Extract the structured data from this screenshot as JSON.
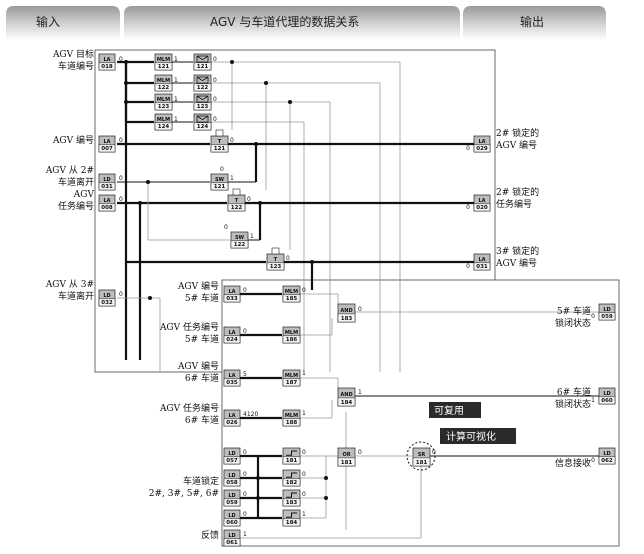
{
  "headers": {
    "input": "输入",
    "relation": "AGV 与车道代理的数据关系",
    "output": "输出"
  },
  "left_labels": [
    [
      "AGV 目标",
      "车道编号"
    ],
    [
      "AGV 编号"
    ],
    [
      "AGV 从 2#",
      "车道离开"
    ],
    [
      "AGV",
      "任务编号"
    ],
    [
      "AGV 从 3#",
      "车道离开"
    ]
  ],
  "mid_labels": [
    [
      "AGV 编号",
      "5# 车道"
    ],
    [
      "AGV 任务编号",
      "5# 车道"
    ],
    [
      "AGV 编号",
      "6# 车道"
    ],
    [
      "AGV 任务编号",
      "6# 车道"
    ],
    [
      "车道锁定",
      "2#, 3#, 5#, 6#"
    ],
    [
      "反馈"
    ]
  ],
  "right_labels": [
    [
      "2# 锁定的",
      "AGV 编号"
    ],
    [
      "2# 锁定的",
      "任务编号"
    ],
    [
      "3# 锁定的",
      "AGV 编号"
    ],
    [
      "5# 车道",
      "锁闭状态"
    ],
    [
      "6# 车道",
      "锁闭状态"
    ],
    [
      "信息接收"
    ]
  ],
  "callouts": {
    "reuse": "可复用",
    "visual": "计算可视化"
  },
  "blocks": {
    "inputs": [
      {
        "type": "LA",
        "id": "018"
      },
      {
        "type": "LA",
        "id": "007"
      },
      {
        "type": "LD",
        "id": "031"
      },
      {
        "type": "LA",
        "id": "008"
      },
      {
        "type": "LD",
        "id": "032"
      },
      {
        "type": "LA",
        "id": "033"
      },
      {
        "type": "LA",
        "id": "024"
      },
      {
        "type": "LA",
        "id": "035"
      },
      {
        "type": "LA",
        "id": "026"
      },
      {
        "type": "LD",
        "id": "057"
      },
      {
        "type": "LD",
        "id": "058"
      },
      {
        "type": "LD",
        "id": "059"
      },
      {
        "type": "LD",
        "id": "060"
      },
      {
        "type": "LD",
        "id": "061"
      }
    ],
    "mlm": [
      "121",
      "122",
      "123",
      "124",
      "185",
      "186",
      "187",
      "188"
    ],
    "cmp": [
      "121",
      "122",
      "123",
      "124"
    ],
    "t": [
      "121",
      "122",
      "123"
    ],
    "sw": [
      "121",
      "122"
    ],
    "and": [
      "183",
      "184"
    ],
    "edge": [
      "181",
      "182",
      "183",
      "184"
    ],
    "or": "181",
    "sr": "181",
    "outputs": [
      {
        "type": "LA",
        "id": "029"
      },
      {
        "type": "LA",
        "id": "020"
      },
      {
        "type": "LA",
        "id": "031"
      },
      {
        "type": "LD",
        "id": "059"
      },
      {
        "type": "LD",
        "id": "060"
      },
      {
        "type": "LD",
        "id": "062"
      }
    ]
  },
  "block_types": {
    "mlm": "MLM",
    "t": "T",
    "sw": "SW",
    "and": "AND",
    "or": "OR",
    "sr": "SR"
  },
  "port_values": {
    "zero": "0",
    "one": "1",
    "five": "5",
    "v4120": "4120"
  }
}
